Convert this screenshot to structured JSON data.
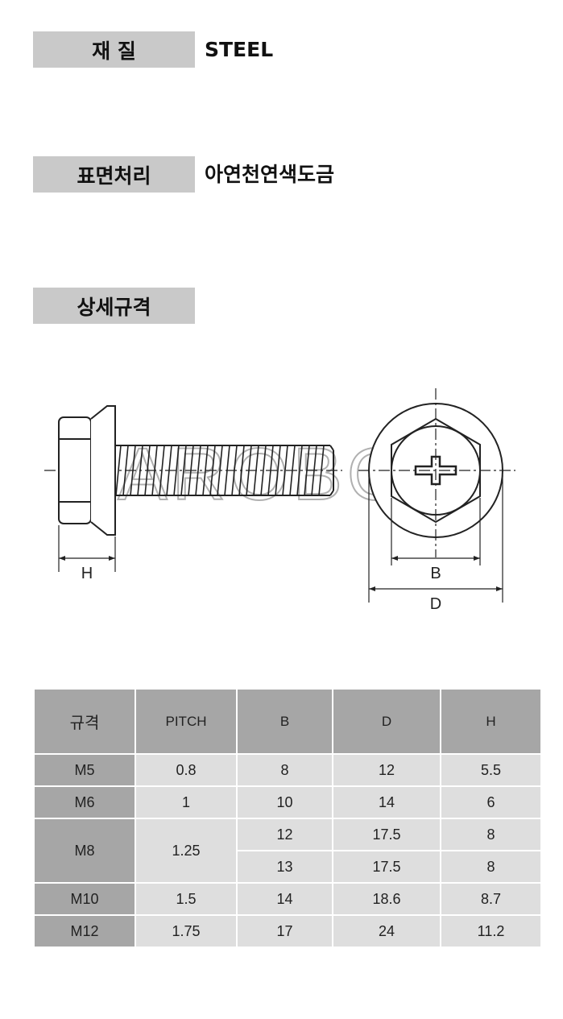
{
  "material": {
    "label": "재 질",
    "value": "STEEL"
  },
  "surface": {
    "label": "표면처리",
    "value": "아연천연색도금"
  },
  "spec_section": {
    "label": "상세규격"
  },
  "diagram": {
    "watermark": "BAROBOLT",
    "dim_h": "H",
    "dim_b": "B",
    "dim_d": "D"
  },
  "spec_table": {
    "headers": [
      "규격",
      "PITCH",
      "B",
      "D",
      "H"
    ],
    "rows": [
      {
        "size": "M5",
        "pitch": "0.8",
        "b": "8",
        "d": "12",
        "h": "5.5"
      },
      {
        "size": "M6",
        "pitch": "1",
        "b": "10",
        "d": "14",
        "h": "6"
      },
      {
        "size": "M8",
        "pitch": "1.25",
        "b": "12",
        "d": "17.5",
        "h": "8"
      },
      {
        "size": "",
        "pitch": "",
        "b": "13",
        "d": "17.5",
        "h": "8"
      },
      {
        "size": "M10",
        "pitch": "1.5",
        "b": "14",
        "d": "18.6",
        "h": "8.7"
      },
      {
        "size": "M12",
        "pitch": "1.75",
        "b": "17",
        "d": "24",
        "h": "11.2"
      }
    ]
  }
}
